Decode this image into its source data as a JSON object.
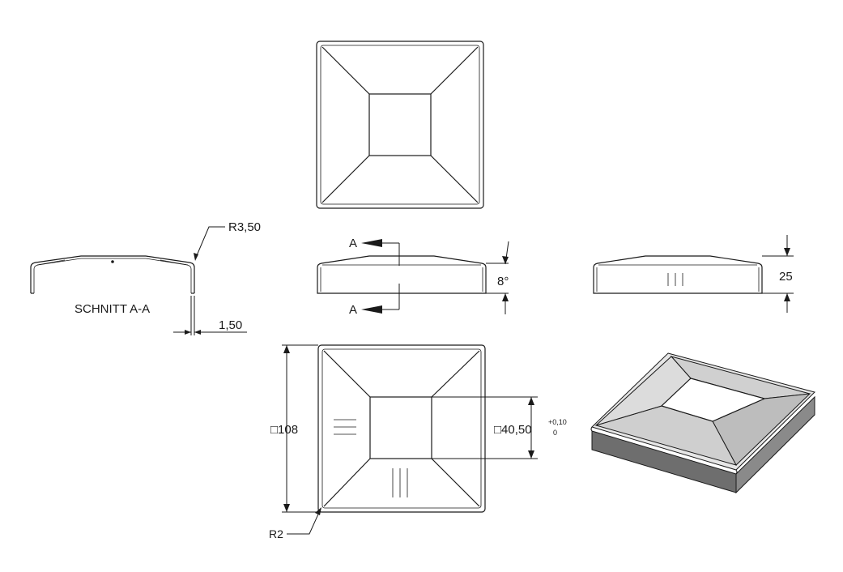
{
  "section_view": {
    "label": "SCHNITT A-A",
    "radius_dim": "R3,50",
    "thickness_dim": "1,50"
  },
  "front_view": {
    "section_marker": "A",
    "angle_dim": "8°"
  },
  "side_view": {
    "height_dim": "25"
  },
  "bottom_view": {
    "outer_size_dim": "□108",
    "inner_size_dim": "□40,50",
    "tolerance_upper": "+0,10",
    "tolerance_lower": "0",
    "corner_radius_dim": "R2"
  },
  "colors": {
    "line": "#1a1a1a",
    "iso_top": "#d9d9d9",
    "iso_side": "#6e6e6e"
  }
}
